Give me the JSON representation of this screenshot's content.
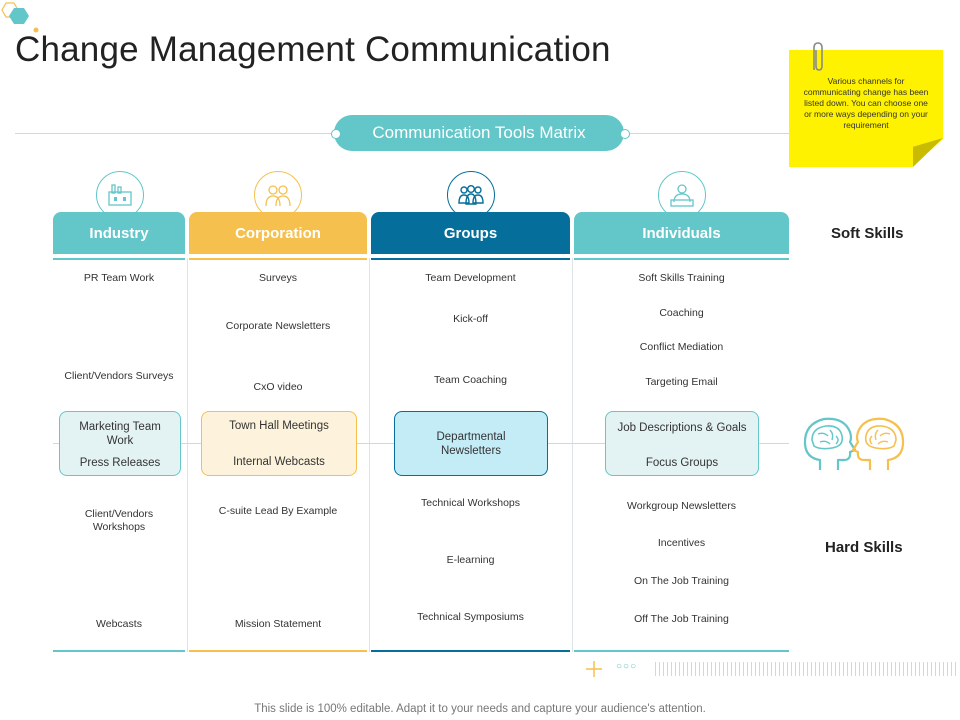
{
  "title": "Change Management Communication",
  "matrix_label": "Communication Tools Matrix",
  "sticky_note": "Various channels for communicating change has been listed down. You can choose one or more ways depending on your requirement",
  "colors": {
    "teal": "#63c6c9",
    "orange": "#f5c04e",
    "navy": "#056e9a",
    "sticky": "#fff200"
  },
  "columns": [
    {
      "header": "Industry",
      "icon": "factory-icon",
      "color": "#63c6c9",
      "items_top": [
        "PR Team Work",
        "Client/Vendors Surveys"
      ],
      "box": [
        "Marketing Team Work",
        "Press Releases"
      ],
      "items_bottom": [
        "Client/Vendors Workshops",
        "Webcasts"
      ]
    },
    {
      "header": "Corporation",
      "icon": "people-group-icon",
      "color": "#f5c04e",
      "items_top": [
        "Surveys",
        "Corporate Newsletters",
        "CxO video"
      ],
      "box": [
        "Town Hall Meetings",
        "Internal Webcasts"
      ],
      "items_bottom": [
        "C-suite Lead By Example",
        "Mission Statement"
      ]
    },
    {
      "header": "Groups",
      "icon": "team-icon",
      "color": "#056e9a",
      "items_top": [
        "Team Development",
        "Kick-off",
        "Team Coaching"
      ],
      "box": [
        "Departmental Newsletters"
      ],
      "items_bottom": [
        "Technical Workshops",
        "E-learning",
        "Technical Symposiums"
      ]
    },
    {
      "header": "Individuals",
      "icon": "person-at-desk-icon",
      "color": "#63c6c9",
      "items_top": [
        "Soft Skills Training",
        "Coaching",
        "Conflict Mediation",
        "Targeting Email"
      ],
      "box": [
        "Job Descriptions & Goals",
        "Focus Groups"
      ],
      "items_bottom": [
        "Workgroup Newsletters",
        "Incentives",
        "On The Job Training",
        "Off The Job Training"
      ]
    }
  ],
  "soft_skills_label": "Soft Skills",
  "hard_skills_label": "Hard Skills",
  "brain_icons": [
    "brain-head-icon-teal",
    "brain-head-icon-yellow"
  ],
  "footer": "This slide is 100% editable. Adapt it to your needs and capture your audience's attention."
}
